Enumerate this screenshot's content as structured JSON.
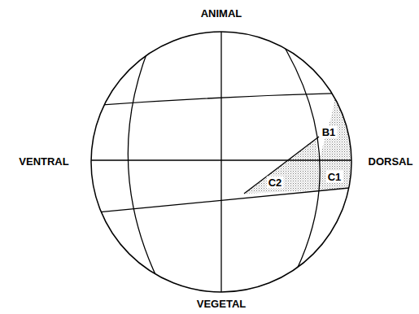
{
  "diagram": {
    "labels": [
      "ANIMAL",
      "VENTRAL",
      "DORSAL",
      "VEGETAL",
      "B1",
      "C1",
      "C2"
    ]
  }
}
